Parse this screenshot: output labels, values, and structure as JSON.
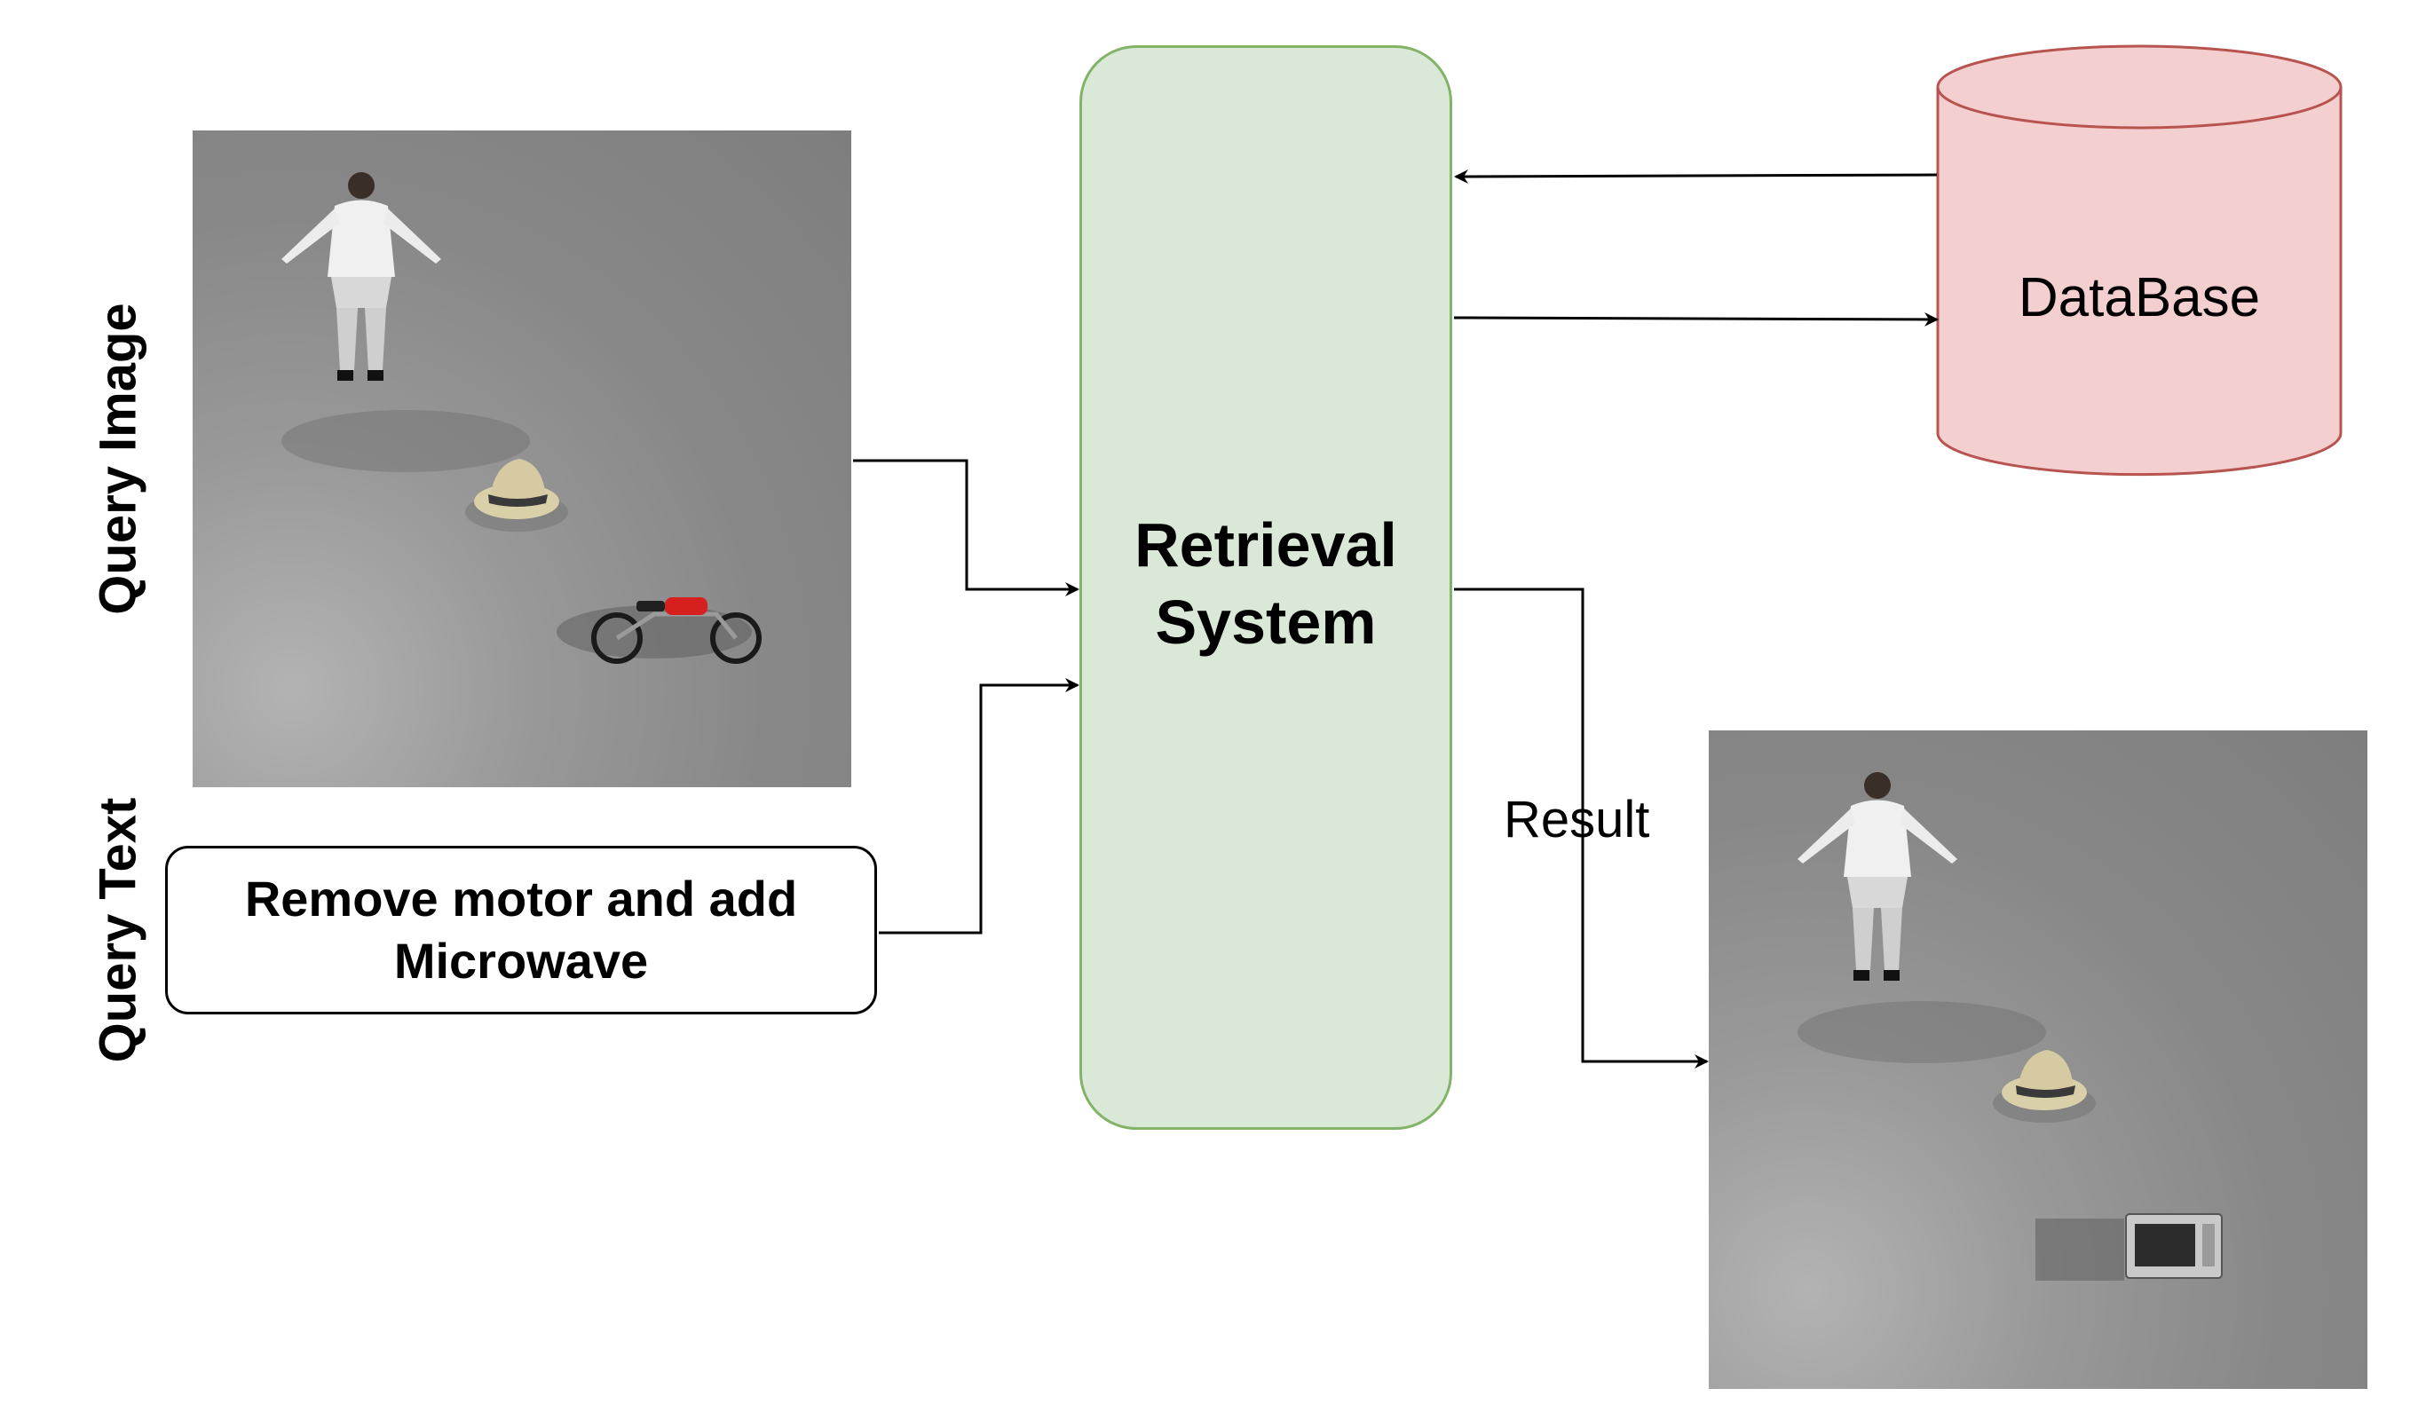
{
  "labels": {
    "query_image": "Query Image",
    "query_text": "Query Text",
    "result": "Result"
  },
  "query_text_box": {
    "text": "Remove motor and add Microwave"
  },
  "retrieval_system": {
    "title": "Retrieval System"
  },
  "database": {
    "label": "DataBase"
  },
  "colors": {
    "retrieval_fill": "#dae8d7",
    "retrieval_stroke": "#82b366",
    "database_fill": "#f4cfcf",
    "database_stroke": "#b85450",
    "arrow": "#000000"
  }
}
